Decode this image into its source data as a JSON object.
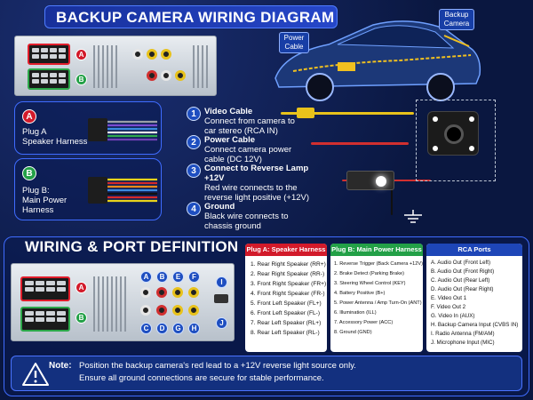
{
  "header": {
    "title": "BACKUP CAMERA WIRING DIAGRAM"
  },
  "callouts": {
    "power": "Power Cable",
    "backup_camera": "Backup Camera"
  },
  "plugs": {
    "a_letter": "A",
    "a_title": "Plug A",
    "a_sub": "Speaker Harness",
    "b_letter": "B",
    "b_title": "Plug B:",
    "b_sub": "Main Power Harness"
  },
  "steps": [
    {
      "num": "1",
      "title": "Video Cable",
      "desc": "Connect from camera to car stereo (RCA IN)"
    },
    {
      "num": "2",
      "title": "Power Cable",
      "desc": "Connect camera power cable (DC 12V)"
    },
    {
      "num": "3",
      "title": "Connect to Reverse Lamp +12V",
      "desc": "Red wire connects to the reverse light positive (+12V)"
    },
    {
      "num": "4",
      "title": "Ground",
      "desc": "Black wire connects to chassis ground"
    }
  ],
  "section2": {
    "title": "WIRING & PORT DEFINITION"
  },
  "port_labels": {
    "left": [
      "A",
      "B"
    ],
    "rca_top": [
      "A",
      "B",
      "E",
      "F"
    ],
    "rca_bottom": [
      "C",
      "D",
      "G",
      "H"
    ],
    "right": [
      "I",
      "J"
    ]
  },
  "plug_a_table": {
    "header": "Plug A: Speaker Harness",
    "items": [
      "1. Rear Right Speaker (RR+)",
      "2. Rear Right Speaker (RR-)",
      "3. Front Right Speaker (FR+)",
      "4. Front Right Speaker (FR-)",
      "5. Front Left Speaker (FL+)",
      "6. Front Left Speaker (FL-)",
      "7. Rear Left Speaker (RL+)",
      "8. Rear Left Speaker (RL-)"
    ]
  },
  "plug_b_table": {
    "header": "Plug B: Main Power Harness",
    "items": [
      "1. Reverse Trigger (Back Camera +12V)",
      "2. Brake Detect (Parking Brake)",
      "3. Steering Wheel Control (KEY)",
      "4. Battery Positive (B+)",
      "5. Power Antenna / Amp Turn-On (ANT)",
      "6. Illumination (ILL)",
      "7. Accessory Power (ACC)",
      "8. Ground (GND)"
    ]
  },
  "rca_table": {
    "header": "RCA Ports",
    "items": [
      "A.  Audio Out (Front Left)",
      "B.  Audio Out (Front Right)",
      "C.  Audio Out (Rear Left)",
      "D.  Audio Out (Rear Right)",
      "E.  Video Out 1",
      "F.  Video Out 2",
      "G.  Video In (AUX)",
      "H.  Backup Camera Input (CVBS IN)",
      "I.   Radio Antenna (FM/AM)",
      "J.   Microphone Input (MIC)"
    ]
  },
  "note": {
    "label": "Note:",
    "line1": "Position the backup camera's red lead to a +12V reverse light source only.",
    "line2": "Ensure all ground connections are secure for stable performance."
  },
  "colors": {
    "accent": "#3f6cff",
    "plug_a": "#d21a2a",
    "plug_b": "#23a047",
    "rca_header": "#1e46b8"
  },
  "icons": {
    "warning": "warning-icon",
    "ground": "ground-icon"
  }
}
